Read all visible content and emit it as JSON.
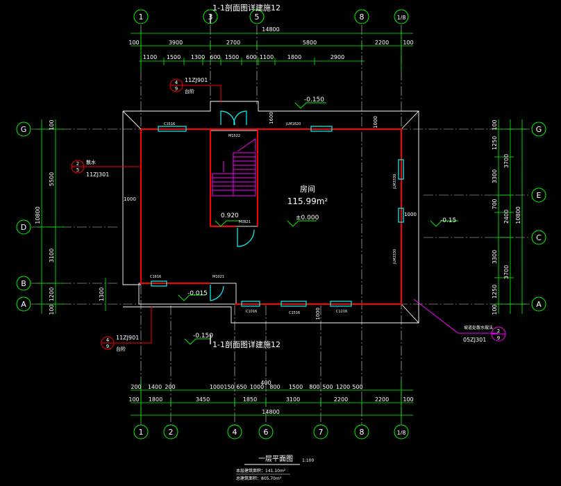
{
  "colors": {
    "background": "#000000",
    "dimension": "#00ff00",
    "wall": "#ff0000",
    "outline": "#ffffff",
    "window": "#00ffff",
    "stair": "#ff00ff",
    "leader": "#ff0000",
    "callout": "#ff00ff"
  },
  "section_labels": {
    "top": "1-1剖面图详建施12",
    "bottom": "1-1剖面图详建施12"
  },
  "grid_columns_top": [
    "1",
    "3",
    "5",
    "8",
    "1/8"
  ],
  "grid_columns_bottom": [
    "1",
    "2",
    "4",
    "6",
    "7",
    "8",
    "1/8"
  ],
  "grid_rows_left": [
    "G",
    "D",
    "B",
    "A"
  ],
  "grid_rows_right": [
    "G",
    "E",
    "C",
    "A"
  ],
  "dims_top": {
    "total": "14800",
    "row1": [
      "100",
      "3900",
      "2700",
      "5800",
      "2200",
      "100"
    ],
    "row2": [
      "1100",
      "1500",
      "1300",
      "600",
      "1500",
      "600",
      "1100",
      "1800",
      "2900"
    ]
  },
  "dims_bottom": {
    "total": "14800",
    "mid": "400",
    "row1": [
      "200",
      "1400",
      "200",
      "1000",
      "150",
      "650",
      "1000",
      "800",
      "1500",
      "800",
      "500",
      "1200",
      "500"
    ],
    "row2": [
      "100",
      "1800",
      "3450",
      "1850",
      "3100",
      "2200",
      "2200",
      "100"
    ]
  },
  "dims_left": {
    "total": "10800",
    "row1": [
      "100",
      "5500",
      "3100",
      "1200",
      "100"
    ],
    "extra": "1300"
  },
  "dims_right": {
    "total": "10800",
    "row1": [
      "100",
      "1250",
      "3300",
      "700",
      "3300",
      "1250",
      "100"
    ],
    "row2": [
      "3700",
      "2400",
      "3700"
    ]
  },
  "room": {
    "name": "房间",
    "area": "115.99m²"
  },
  "elevations": [
    "-0.150",
    "±0.000",
    "-0.15",
    "-0.015",
    "-0.150",
    "0.920"
  ],
  "inner_dims": [
    "1600",
    "1000",
    "1000",
    "1000",
    "1000"
  ],
  "openings": [
    "C1516",
    "JLM1820",
    "M1522",
    "JLM3330",
    "JLM3330",
    "M0821",
    "C1616",
    "M1021",
    "C1016",
    "C1516",
    "C1216"
  ],
  "callouts": [
    {
      "num": "4",
      "den": "9",
      "code": "11ZJ901",
      "note": "台阶"
    },
    {
      "num": "2",
      "den": "5",
      "code": "11ZJ301",
      "note": "散水"
    },
    {
      "num": "4",
      "den": "9",
      "code": "11ZJ901",
      "note": "台阶"
    },
    {
      "num": "2",
      "den": "9",
      "code": "05ZJ301",
      "note": "坡道处散水做法"
    }
  ],
  "drawing_title": "一层平面图",
  "drawing_scale": "1:100",
  "notes": [
    "本层建筑面积：141.10m²",
    "总建筑面积：805.70m²"
  ]
}
